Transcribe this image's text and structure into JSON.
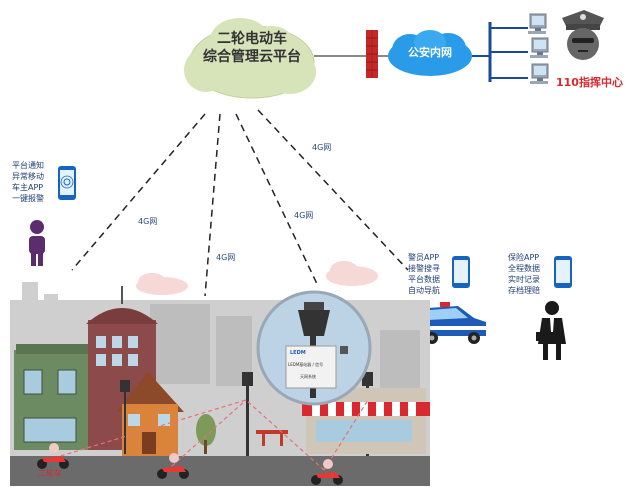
{
  "platform": {
    "line1": "二轮电动车",
    "line2": "综合管理云平台"
  },
  "police_network": "公安内网",
  "command_center": "110指挥中心",
  "network_labels": [
    "4G网",
    "4G网",
    "4G网",
    "4G网"
  ],
  "owner_app": {
    "items": [
      "平台通知",
      "异常移动",
      "车主APP",
      "一键报警"
    ]
  },
  "police_app": {
    "items": [
      "警员APP",
      "接警搜寻",
      "平台数据",
      "自动导航"
    ]
  },
  "insurance_app": {
    "items": [
      "保险APP",
      "全程数据",
      "实时记录",
      "存档理赔"
    ]
  },
  "ev_label": "二轮车",
  "device": {
    "brand": "LEDM",
    "line1": "LEDM基站器 / 信号",
    "line2": "天网系统"
  },
  "colors": {
    "accent_blue": "#1e88e5",
    "alert_red": "#d9282f",
    "label_blue": "#1f3f78"
  }
}
